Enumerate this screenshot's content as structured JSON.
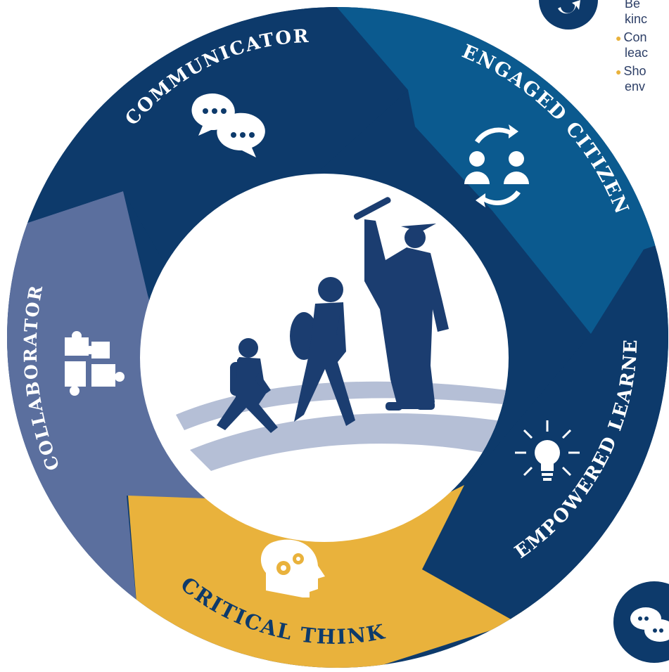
{
  "colors": {
    "navy": "#0d3a6b",
    "blue": "#0b5a8f",
    "slate": "#5b6f9e",
    "gold": "#e9b23c",
    "road": "#b5bfd6",
    "white": "#ffffff"
  },
  "segments": {
    "communicator": {
      "label": "COMMUNICATOR",
      "icon": "speech-bubbles-icon"
    },
    "engaged_citizen": {
      "label": "ENGAGED CITIZEN",
      "icon": "people-cycle-icon"
    },
    "empowered_learner": {
      "label": "EMPOWERED LEARNER",
      "icon": "lightbulb-icon"
    },
    "critical_thinker": {
      "label": "CRITICAL THINKER",
      "icon": "head-gears-icon"
    },
    "collaborator": {
      "label": "COLLABORATOR",
      "icon": "puzzle-icon"
    }
  },
  "side_text": {
    "line1": "Be",
    "line2": "kinc",
    "line3": "Con",
    "line4": "leac",
    "line5": "Sho",
    "line6": "env"
  }
}
